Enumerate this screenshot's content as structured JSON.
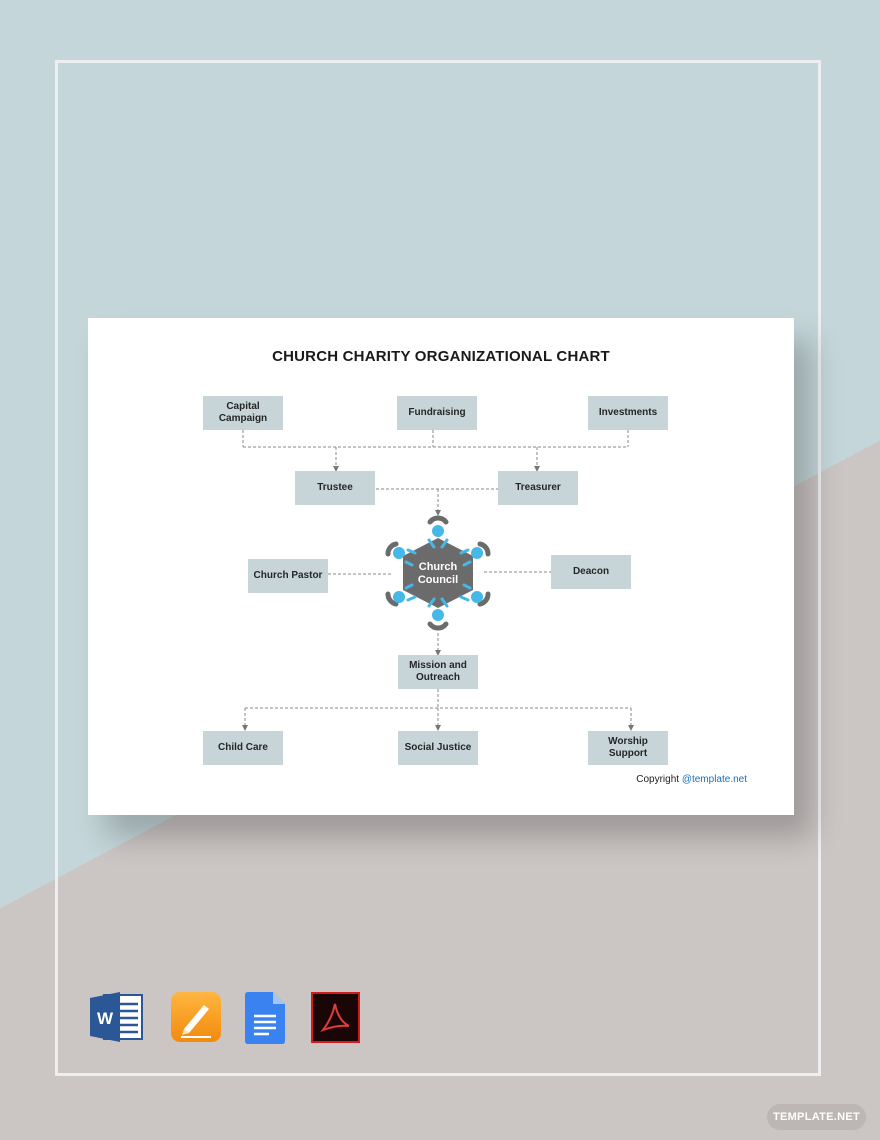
{
  "chart": {
    "title": "CHURCH CHARITY ORGANIZATIONAL CHART",
    "nodes": {
      "capital_campaign": "Capital\nCampaign",
      "fundraising": "Fundraising",
      "investments": "Investments",
      "trustee": "Trustee",
      "treasurer": "Treasurer",
      "church_pastor": "Church Pastor",
      "deacon": "Deacon",
      "church_council": "Church\nCouncil",
      "mission_outreach": "Mission and\nOutreach",
      "child_care": "Child Care",
      "social_justice": "Social Justice",
      "worship_support": "Worship\nSupport"
    },
    "copyright_prefix": "Copyright ",
    "copyright_link": "@template.net"
  },
  "colors": {
    "node_fill": "#c7d5d8",
    "council_fill": "#6b6b6b",
    "people_blue": "#45b8e8",
    "connector": "#8a8a8a"
  },
  "file_formats": [
    {
      "name": "word-icon"
    },
    {
      "name": "pages-icon"
    },
    {
      "name": "google-docs-icon"
    },
    {
      "name": "pdf-icon"
    }
  ],
  "watermark": "TEMPLATE.NET"
}
